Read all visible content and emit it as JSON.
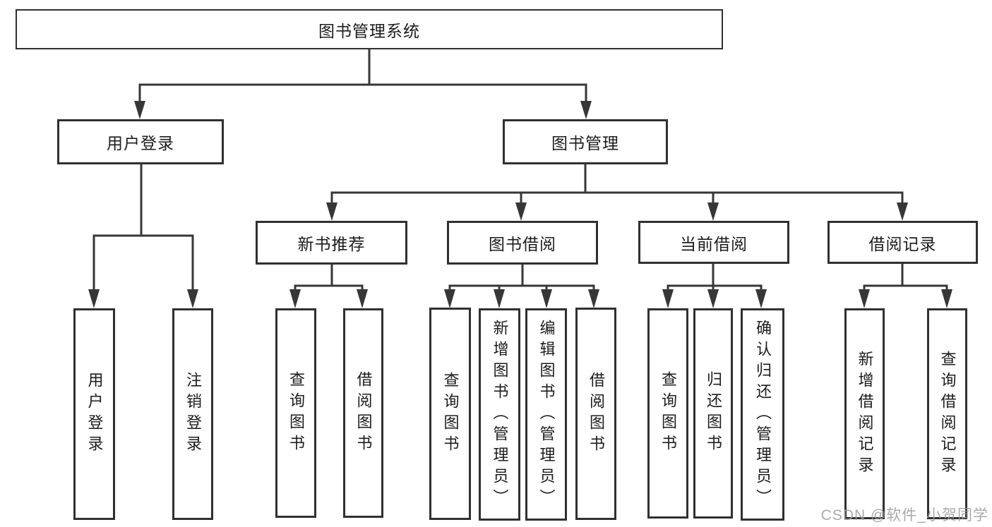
{
  "diagram": {
    "root": {
      "label": "图书管理系统"
    },
    "branches": [
      {
        "label": "用户登录",
        "children": [
          {
            "label": "用户登录"
          },
          {
            "label": "注销登录"
          }
        ]
      },
      {
        "label": "图书管理",
        "children": [
          {
            "label": "新书推荐",
            "children": [
              {
                "label": "查询图书"
              },
              {
                "label": "借阅图书"
              }
            ]
          },
          {
            "label": "图书借阅",
            "children": [
              {
                "label": "查询图书"
              },
              {
                "label": "新增图书（管理员）"
              },
              {
                "label": "编辑图书（管理员）"
              },
              {
                "label": "借阅图书"
              }
            ]
          },
          {
            "label": "当前借阅",
            "children": [
              {
                "label": "查询图书"
              },
              {
                "label": "归还图书"
              },
              {
                "label": "确认归还（管理员）"
              }
            ]
          },
          {
            "label": "借阅记录",
            "children": [
              {
                "label": "新增借阅记录"
              },
              {
                "label": "查询借阅记录"
              }
            ]
          }
        ]
      }
    ]
  },
  "watermark": {
    "text": "CSDN @软件_小贺同学"
  },
  "colors": {
    "line": "#373737",
    "box_border": "#303030",
    "text": "#1c1c1c",
    "watermark": "#9c9c9c",
    "background": "#ffffff"
  }
}
